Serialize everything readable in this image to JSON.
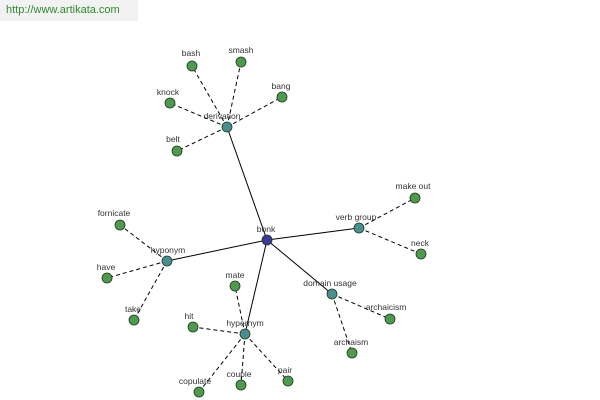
{
  "header": {
    "url_text": "http://www.artikata.com"
  },
  "colors": {
    "root": "#3a3a9a",
    "category": "#4a8f8f",
    "leaf": "#4f9a4f",
    "url_text": "#2f8a2f"
  },
  "graph": {
    "nodes": [
      {
        "id": "bonk",
        "label": "bonk",
        "kind": "root"
      },
      {
        "id": "derivation",
        "label": "derivation",
        "kind": "category"
      },
      {
        "id": "verb-group",
        "label": "verb group",
        "kind": "category"
      },
      {
        "id": "hyponym",
        "label": "hyponym",
        "kind": "category"
      },
      {
        "id": "hypernym",
        "label": "hypernym",
        "kind": "category"
      },
      {
        "id": "domain-usage",
        "label": "domain usage",
        "kind": "category"
      },
      {
        "id": "bash",
        "label": "bash",
        "kind": "leaf"
      },
      {
        "id": "smash",
        "label": "smash",
        "kind": "leaf"
      },
      {
        "id": "knock",
        "label": "knock",
        "kind": "leaf"
      },
      {
        "id": "bang",
        "label": "bang",
        "kind": "leaf"
      },
      {
        "id": "belt",
        "label": "belt",
        "kind": "leaf"
      },
      {
        "id": "make-out",
        "label": "make out",
        "kind": "leaf"
      },
      {
        "id": "neck",
        "label": "neck",
        "kind": "leaf"
      },
      {
        "id": "fornicate",
        "label": "fornicate",
        "kind": "leaf"
      },
      {
        "id": "have",
        "label": "have",
        "kind": "leaf"
      },
      {
        "id": "take",
        "label": "take",
        "kind": "leaf"
      },
      {
        "id": "mate",
        "label": "mate",
        "kind": "leaf"
      },
      {
        "id": "hit",
        "label": "hit",
        "kind": "leaf"
      },
      {
        "id": "copulate",
        "label": "copulate",
        "kind": "leaf"
      },
      {
        "id": "couple",
        "label": "couple",
        "kind": "leaf"
      },
      {
        "id": "pair",
        "label": "pair",
        "kind": "leaf"
      },
      {
        "id": "archaicism",
        "label": "archaicism",
        "kind": "leaf"
      },
      {
        "id": "archaism",
        "label": "archaism",
        "kind": "leaf"
      }
    ],
    "edges": [
      {
        "from": "bonk",
        "to": "derivation",
        "style": "solid"
      },
      {
        "from": "bonk",
        "to": "verb-group",
        "style": "solid"
      },
      {
        "from": "bonk",
        "to": "hyponym",
        "style": "solid"
      },
      {
        "from": "bonk",
        "to": "hypernym",
        "style": "solid"
      },
      {
        "from": "bonk",
        "to": "domain-usage",
        "style": "solid"
      },
      {
        "from": "derivation",
        "to": "bash",
        "style": "dashed"
      },
      {
        "from": "derivation",
        "to": "smash",
        "style": "dashed"
      },
      {
        "from": "derivation",
        "to": "knock",
        "style": "dashed"
      },
      {
        "from": "derivation",
        "to": "bang",
        "style": "dashed"
      },
      {
        "from": "derivation",
        "to": "belt",
        "style": "dashed"
      },
      {
        "from": "verb-group",
        "to": "make-out",
        "style": "dashed"
      },
      {
        "from": "verb-group",
        "to": "neck",
        "style": "dashed"
      },
      {
        "from": "hyponym",
        "to": "fornicate",
        "style": "dashed"
      },
      {
        "from": "hyponym",
        "to": "have",
        "style": "dashed"
      },
      {
        "from": "hyponym",
        "to": "take",
        "style": "dashed"
      },
      {
        "from": "hypernym",
        "to": "mate",
        "style": "dashed"
      },
      {
        "from": "hypernym",
        "to": "hit",
        "style": "dashed"
      },
      {
        "from": "hypernym",
        "to": "copulate",
        "style": "dashed"
      },
      {
        "from": "hypernym",
        "to": "couple",
        "style": "dashed"
      },
      {
        "from": "hypernym",
        "to": "pair",
        "style": "dashed"
      },
      {
        "from": "domain-usage",
        "to": "archaicism",
        "style": "dashed"
      },
      {
        "from": "domain-usage",
        "to": "archaism",
        "style": "dashed"
      }
    ]
  }
}
